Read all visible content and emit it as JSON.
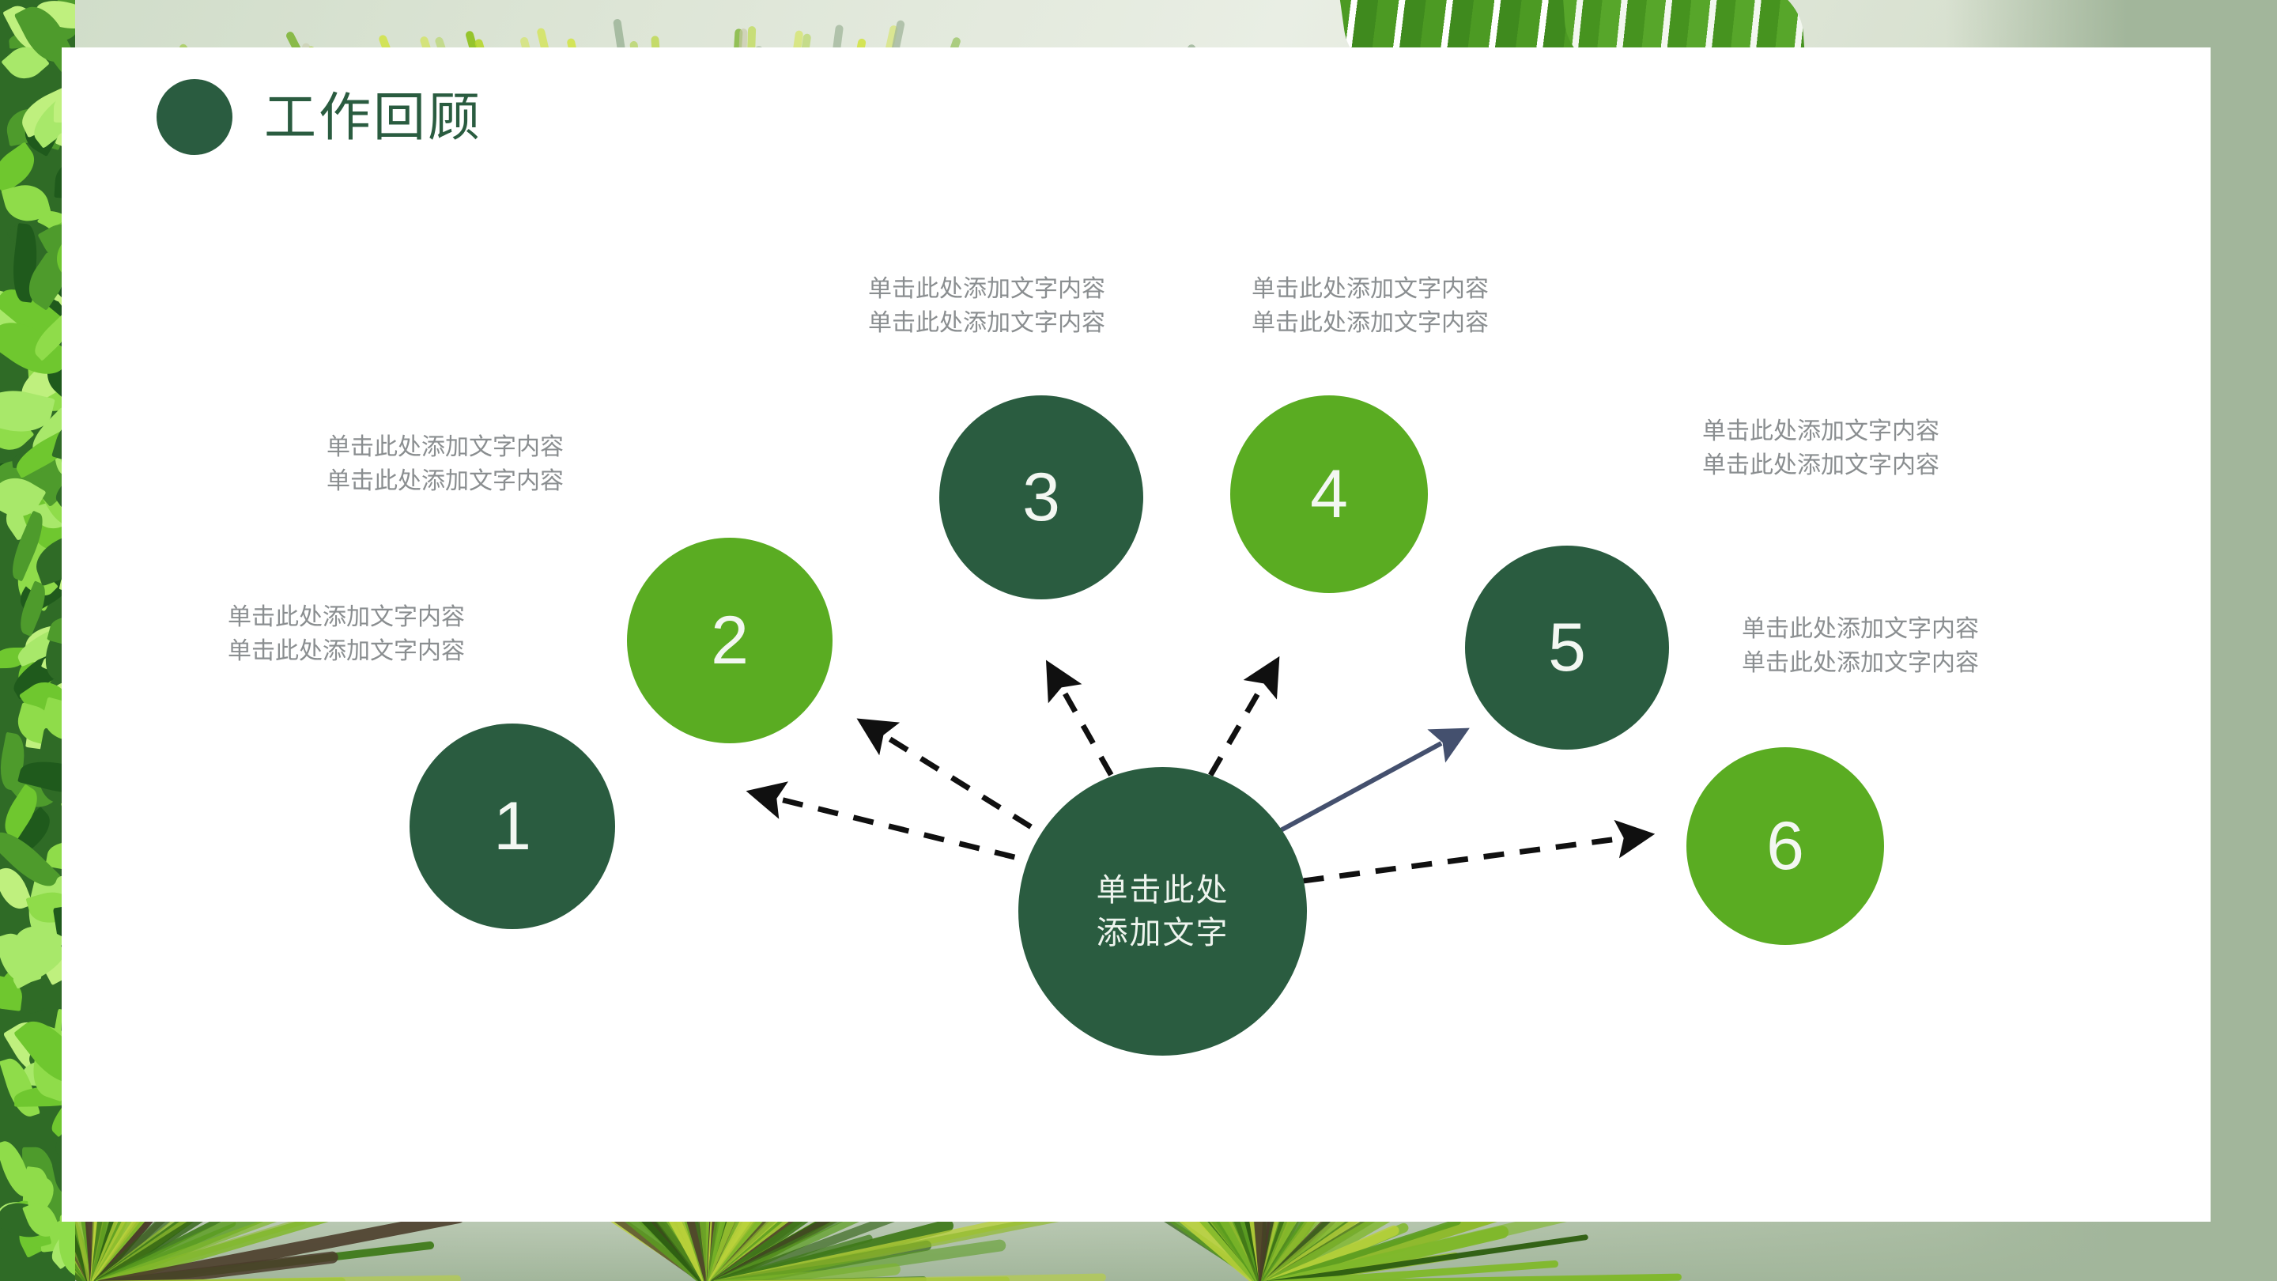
{
  "slide": {
    "title": "工作回顾",
    "bullet_color": "#2a5c40"
  },
  "theme": {
    "dark_green": "#2a5c40",
    "light_green": "#5aac22",
    "label_gray": "#8a8e90",
    "card_bg": "#ffffff",
    "sage_bg": "#a2b69b",
    "dashed_arrow": "#101010",
    "solid_arrow": "#44506e"
  },
  "diagram": {
    "hub": {
      "line1": "单击此处",
      "line2": "添加文字"
    },
    "nodes": [
      {
        "num": "1",
        "tone": "dark"
      },
      {
        "num": "2",
        "tone": "light"
      },
      {
        "num": "3",
        "tone": "dark"
      },
      {
        "num": "4",
        "tone": "light"
      },
      {
        "num": "5",
        "tone": "dark"
      },
      {
        "num": "6",
        "tone": "light"
      }
    ],
    "labels": [
      {
        "id": "label-1",
        "line1": "单击此处添加文字内容",
        "line2": "单击此处添加文字内容"
      },
      {
        "id": "label-2",
        "line1": "单击此处添加文字内容",
        "line2": "单击此处添加文字内容"
      },
      {
        "id": "label-3",
        "line1": "单击此处添加文字内容",
        "line2": "单击此处添加文字内容"
      },
      {
        "id": "label-4",
        "line1": "单击此处添加文字内容",
        "line2": "单击此处添加文字内容"
      },
      {
        "id": "label-5",
        "line1": "单击此处添加文字内容",
        "line2": "单击此处添加文字内容"
      },
      {
        "id": "label-6",
        "line1": "单击此处添加文字内容",
        "line2": "单击此处添加文字内容"
      }
    ]
  }
}
